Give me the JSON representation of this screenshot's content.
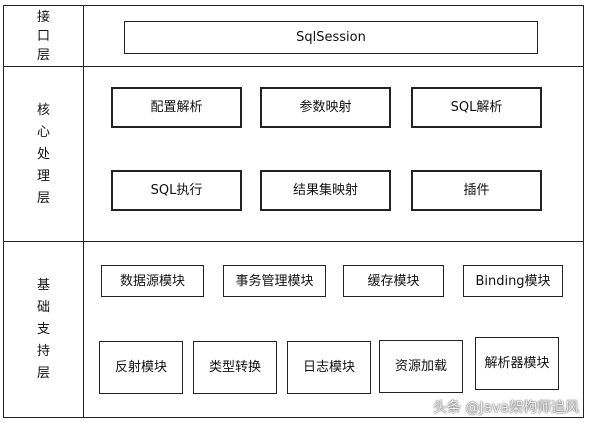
{
  "layers": {
    "interface": {
      "title": "接口层",
      "items": [
        "SqlSession"
      ]
    },
    "core": {
      "title": "核心处理层",
      "rows": [
        [
          "配置解析",
          "参数映射",
          "SQL解析"
        ],
        [
          "SQL执行",
          "结果集映射",
          "插件"
        ]
      ]
    },
    "support": {
      "title": "基础支持层",
      "rows": [
        [
          "数据源模块",
          "事务管理模块",
          "缓存模块",
          "Binding模块"
        ],
        [
          "反射模块",
          "类型转换",
          "日志模块",
          "资源加载",
          "解析器模块"
        ]
      ]
    }
  },
  "watermark": "头条 @Java架构师追风"
}
